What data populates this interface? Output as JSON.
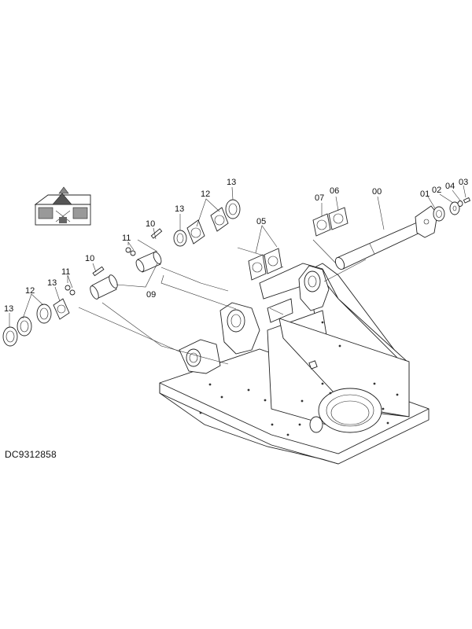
{
  "callouts": {
    "c00": "00",
    "c01": "01",
    "c02": "02",
    "c04": "04",
    "c03": "03",
    "c07": "07",
    "c06": "06",
    "c05": "05",
    "c13_top": "13",
    "c12_top": "12",
    "c13_mid": "13",
    "c10_top": "10",
    "c11_top": "11",
    "c10_low": "10",
    "c09": "09",
    "c11_low": "11",
    "c13_low": "13",
    "c12_low": "12",
    "c13_left": "13"
  },
  "drawing_code": "DC9312858",
  "icons": {
    "orientation": "machine-orientation-icon"
  }
}
